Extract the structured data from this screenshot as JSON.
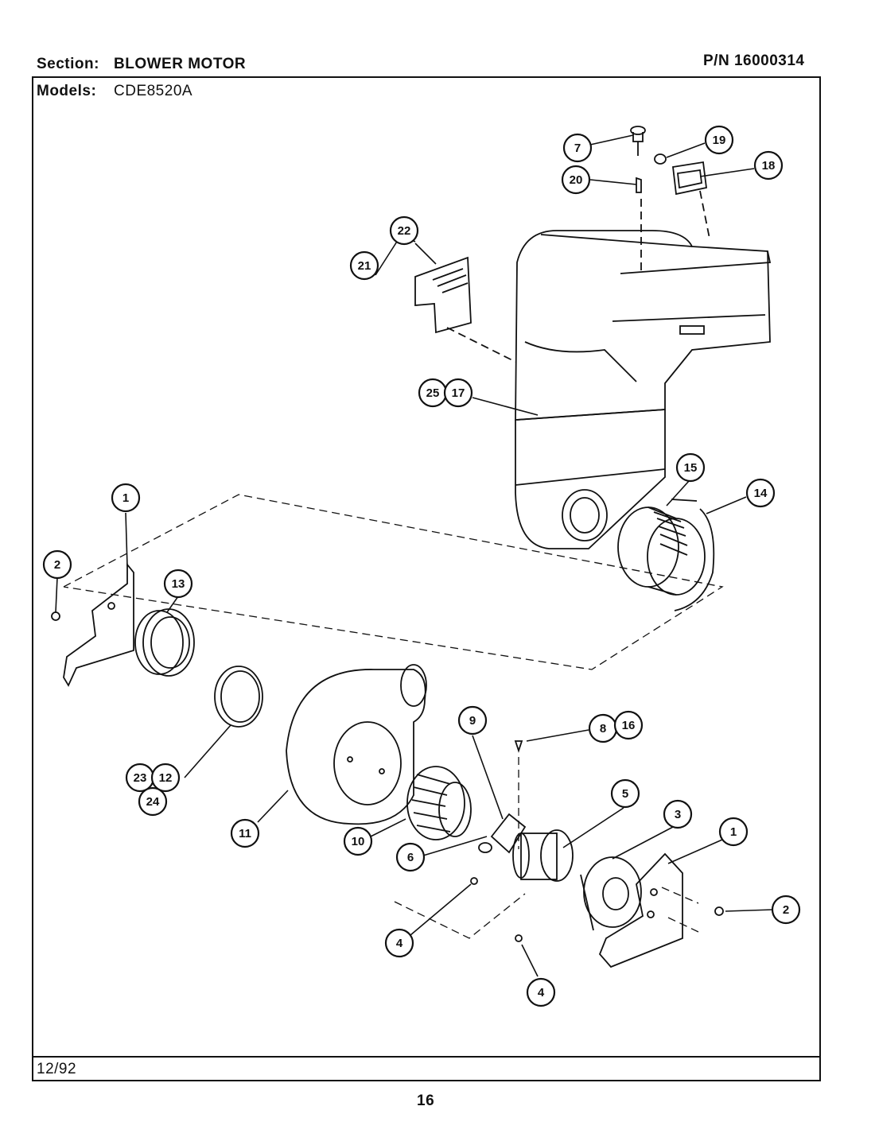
{
  "header": {
    "section_label": "Section:",
    "section_value": "BLOWER MOTOR",
    "part_number": "P/N 16000314",
    "models_label": "Models:",
    "models_value": "CDE8520A"
  },
  "footer": {
    "date": "12/92",
    "page_number": "16"
  },
  "callouts": [
    "1",
    "2",
    "3",
    "4",
    "5",
    "6",
    "7",
    "8",
    "9",
    "10",
    "11",
    "12",
    "13",
    "14",
    "15",
    "16",
    "17",
    "18",
    "19",
    "20",
    "21",
    "22",
    "23",
    "24",
    "25"
  ]
}
